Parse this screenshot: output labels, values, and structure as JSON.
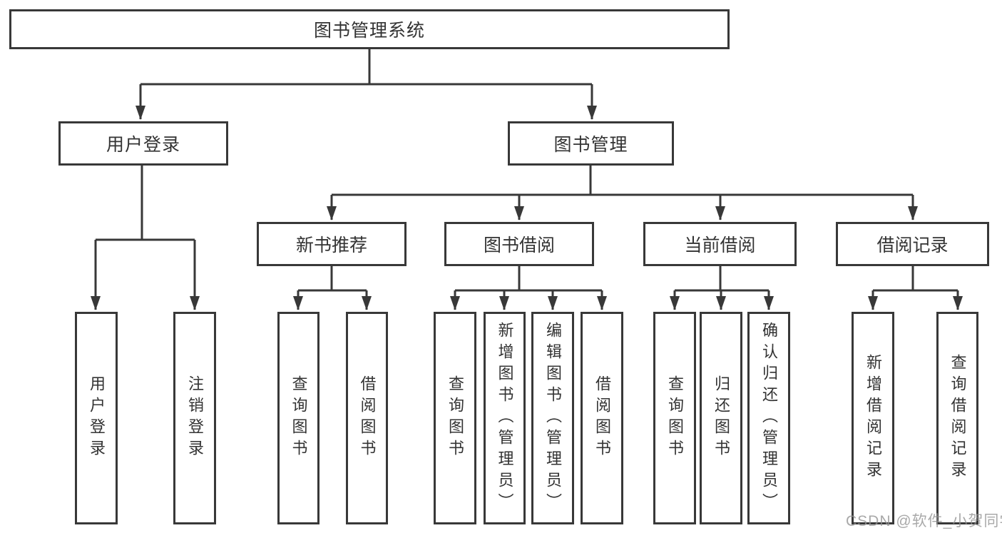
{
  "tree": {
    "root": "图书管理系统",
    "branches": [
      {
        "label": "用户登录",
        "children": [
          "用户登录",
          "注销登录"
        ]
      },
      {
        "label": "图书管理",
        "children": [
          {
            "label": "新书推荐",
            "children": [
              "查询图书",
              "借阅图书"
            ]
          },
          {
            "label": "图书借阅",
            "children": [
              "查询图书",
              "新增图书（管理员）",
              "编辑图书（管理员）",
              "借阅图书"
            ]
          },
          {
            "label": "当前借阅",
            "children": [
              "查询图书",
              "归还图书",
              "确认归还（管理员）"
            ]
          },
          {
            "label": "借阅记录",
            "children": [
              "新增借阅记录",
              "查询借阅记录"
            ]
          }
        ]
      }
    ]
  },
  "watermark": {
    "text": "CSDN @软件_小贺同学"
  },
  "colors": {
    "line": "#383838",
    "box_border": "#383838",
    "text": "#333333",
    "background": "#ffffff",
    "watermark": "#949494"
  }
}
